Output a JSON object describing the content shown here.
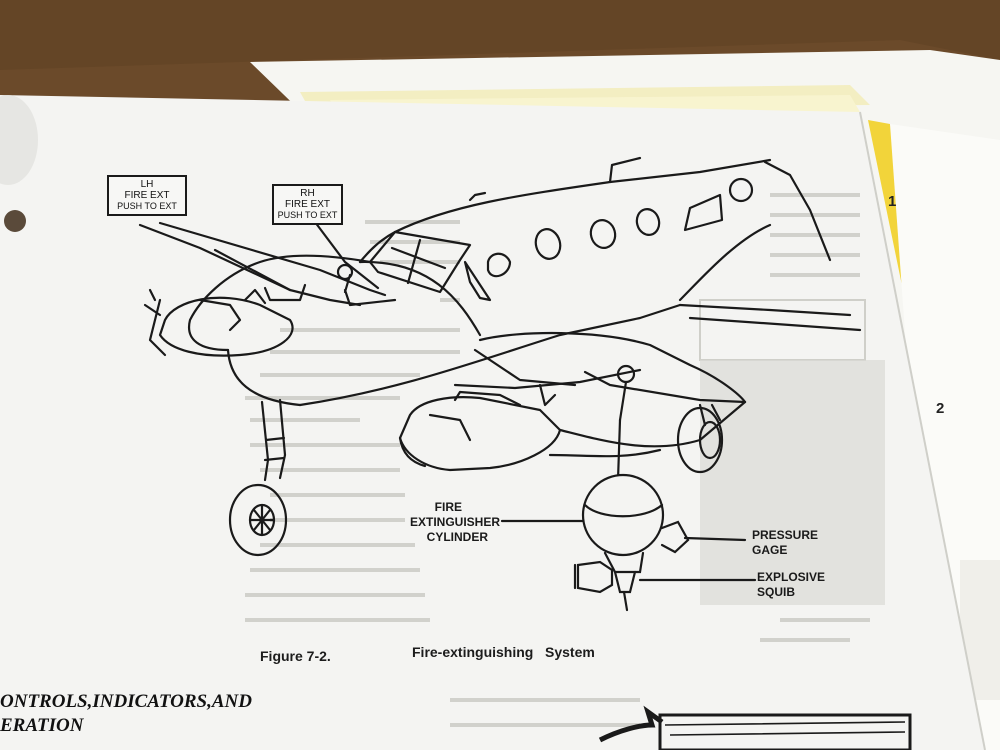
{
  "panels": {
    "lh": {
      "line1": "LH",
      "line2": "FIRE EXT",
      "line3": "PUSH TO EXT"
    },
    "rh": {
      "line1": "RH",
      "line2": "FIRE EXT",
      "line3": "PUSH TO EXT"
    }
  },
  "callouts": {
    "cylinder": {
      "line1": "FIRE",
      "line2": "EXTINGUISHER",
      "line3": "CYLINDER"
    },
    "gage": {
      "line1": "PRESSURE",
      "line2": "GAGE"
    },
    "squib": {
      "line1": "EXPLOSIVE",
      "line2": "SQUIB"
    }
  },
  "caption": {
    "number": "Figure 7-2.",
    "title": "Fire-extinguishing   System"
  },
  "heading": {
    "line1": "ONTROLS,INDICATORS,AND",
    "line2": "ERATION"
  },
  "tabs": {
    "yellow": "1",
    "red": "2"
  },
  "colors": {
    "wood": "#6f4f2e",
    "paper": "#f4f4f2",
    "ink": "#1a1a1a",
    "tab_yellow": "#f2d43a",
    "tab_red": "#e0213c"
  }
}
